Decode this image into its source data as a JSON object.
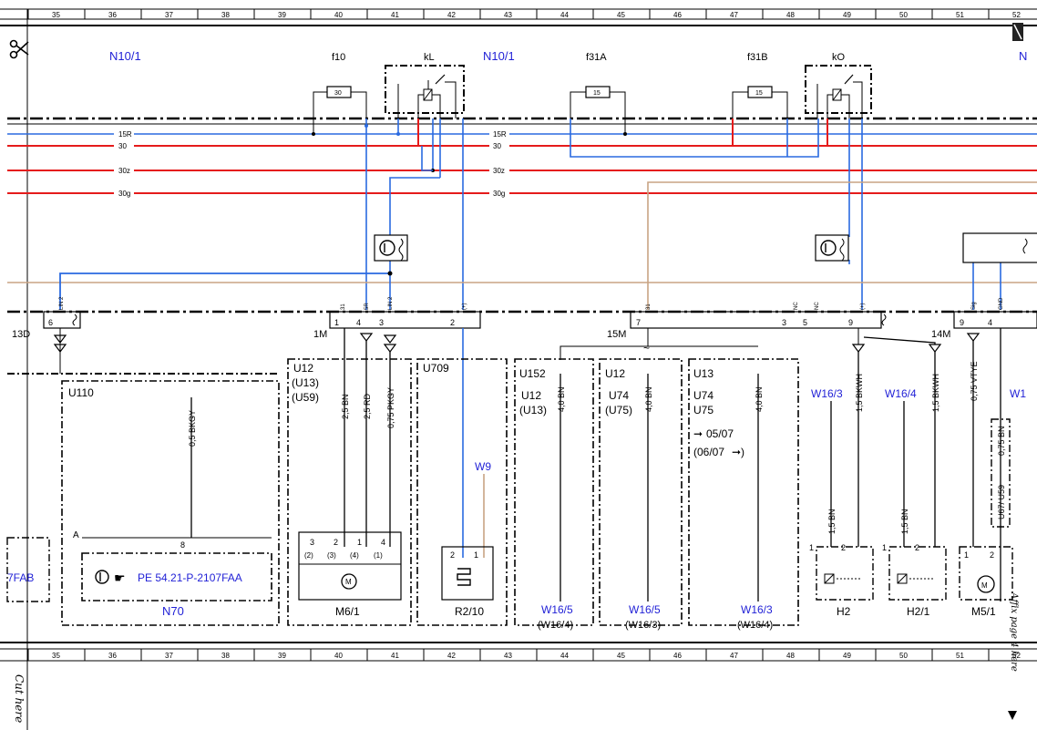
{
  "ruler": {
    "numbers": [
      "35",
      "36",
      "37",
      "38",
      "39",
      "40",
      "41",
      "42",
      "43",
      "44",
      "45",
      "46",
      "47",
      "48",
      "49",
      "50",
      "51",
      "52"
    ]
  },
  "margin": {
    "cut_here": "Cut here",
    "affix_page": "Affix page 4 here"
  },
  "top_components": {
    "n10_1_left": "N10/1",
    "n10_1_mid": "N10/1",
    "n_right": "N",
    "f10": "f10",
    "kL": "kL",
    "f31A": "f31A",
    "f31B": "f31B",
    "kO": "kO",
    "fuse_30": "30",
    "fuse_15a": "15",
    "fuse_15b": "15"
  },
  "buses": [
    {
      "label_left": "15R",
      "label_right": "15R",
      "color": "#2a6ae0"
    },
    {
      "label_left": "30",
      "label_right": "30",
      "color": "#e51b1b"
    },
    {
      "label_left": "30z",
      "label_right": "30z",
      "color": "#e51b1b"
    },
    {
      "label_left": "30g",
      "label_right": "30g",
      "color": "#e51b1b"
    }
  ],
  "connectors": {
    "x13d": "13D",
    "x1m": "1M",
    "x15m": "15M",
    "x14m": "14M",
    "pin_lin2_a": "LIN 2",
    "pin_31": "31",
    "pin_5r": "5R",
    "pin_lin2_b": "LIN 2",
    "pin_plus_a": "(+)",
    "pin_31_b": "31",
    "pin_nc_a": "NC",
    "pin_nc_b": "NC",
    "pin_plus_b": "(+)",
    "pin_sig": "Sig",
    "pin_gnd": "GND",
    "n6": "6",
    "n1": "1",
    "n4": "4",
    "n3": "3",
    "n2": "2",
    "n7": "7",
    "n3b": "3",
    "n5": "5",
    "n9": "9",
    "n9b": "9",
    "n4b": "4"
  },
  "sections": {
    "u110": "U110",
    "n70": "N70",
    "pe_ref": "PE 54.21-P-2107FAA",
    "fab_ref": "7FAB",
    "pin_a": "A",
    "pin_8": "8",
    "wire_05bkgy": "0,5 BKGY",
    "u12": "U12",
    "u13p": "(U13)",
    "u59p": "(U59)",
    "wire_25bn": "2,5 BN",
    "wire_25rd": "2,5 RD",
    "wire_075pkgy": "0,75 PKGY",
    "m6_pins": [
      "3",
      "2",
      "1",
      "4"
    ],
    "m6_subpins": [
      "(2)",
      "(3)",
      "(4)",
      "(1)"
    ],
    "m6_1": "M6/1",
    "u709": "U709",
    "w9": "W9",
    "r2_pins": [
      "2",
      "1"
    ],
    "r2_10": "R2/10",
    "u152": "U152",
    "u12b": "U12",
    "u13b": "(U13)",
    "wire_40bn_a": "4,0 BN",
    "w16_5_a": "W16/5",
    "w16_4_a": "(W16/4)",
    "u12c": "U12",
    "u74": "U74",
    "u75p": "(U75)",
    "wire_40bn_b": "4,0 BN",
    "w16_5_b": "W16/5",
    "w16_3_b": "(W16/3)",
    "u13c": "U13",
    "u74b": "U74",
    "u75b": "U75",
    "d0507": "05/07",
    "d0607": "(06/07",
    "wire_40bn_c": "4,0 BN",
    "w16_3_c": "W16/3",
    "w16_4_c": "(W16/4)",
    "w16_3_top": "W16/3",
    "w16_4_top": "W16/4",
    "w1_top": "W1",
    "wire_15bkwh_a": "1,5 BKWH",
    "wire_15bkwh_b": "1,5 BKWH",
    "wire_075vtye": "0,75 VTYE",
    "wire_075bn": "0,75 BN",
    "u67u59": "U67/  U59",
    "wire_15bn_a": "1,5 BN",
    "wire_15bn_b": "1,5 BN",
    "h2": "H2",
    "h2_1": "H2/1",
    "m5_1": "M5/1",
    "h2_pins": [
      "1",
      "2"
    ],
    "h21_pins": [
      "1",
      "2"
    ],
    "m5_pins": [
      "1",
      "2"
    ]
  },
  "colors": {
    "blue": "#2a6ae0",
    "red": "#e51b1b",
    "tan": "#c8a484",
    "label_blue": "#1f1fd6"
  }
}
